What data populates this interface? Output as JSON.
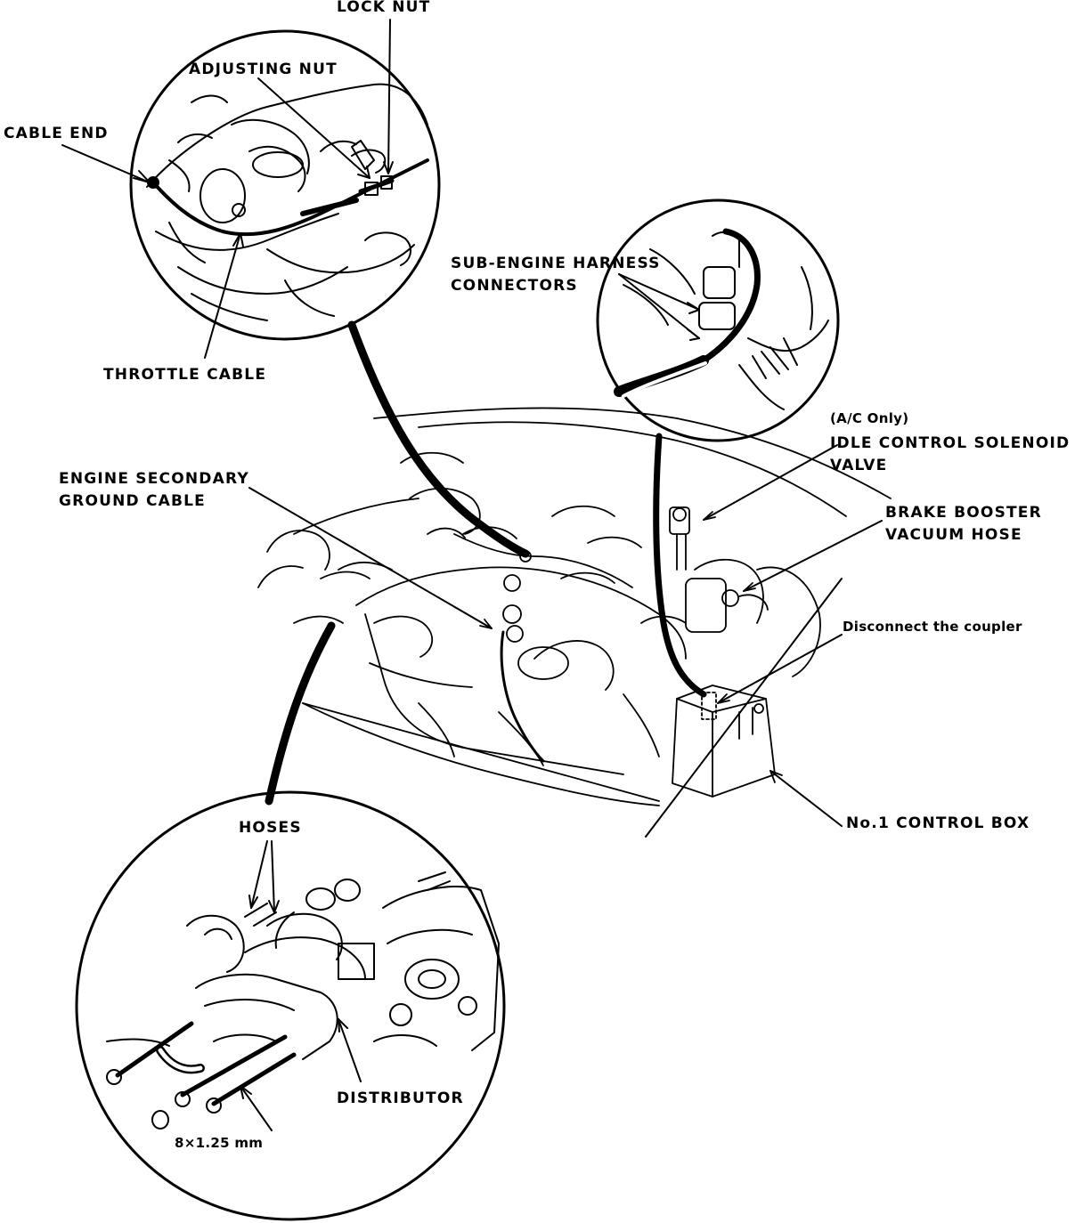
{
  "colors": {
    "ink": "#000000",
    "paper": "#ffffff"
  },
  "labels": {
    "lock_nut": "LOCK NUT",
    "adjusting_nut": "ADJUSTING NUT",
    "cable_end": "CABLE END",
    "throttle_cable": "THROTTLE CABLE",
    "sub_engine_harness": [
      "SUB-ENGINE HARNESS",
      "CONNECTORS"
    ],
    "ac_only": "(A/C Only)",
    "idle_control": [
      "IDLE CONTROL SOLENOID",
      "VALVE"
    ],
    "brake_booster": [
      "BRAKE BOOSTER",
      "VACUUM HOSE"
    ],
    "disconnect_coupler": "Disconnect the coupler",
    "engine_secondary_ground": [
      "ENGINE SECONDARY",
      "GROUND CABLE"
    ],
    "control_box": "No.1 CONTROL BOX",
    "hoses": "HOSES",
    "distributor": "DISTRIBUTOR",
    "bolt_size": "8×1.25 mm"
  },
  "icons": [
    "throttle-detail-inset",
    "harness-detail-inset",
    "distributor-detail-inset",
    "engine-illustration"
  ]
}
